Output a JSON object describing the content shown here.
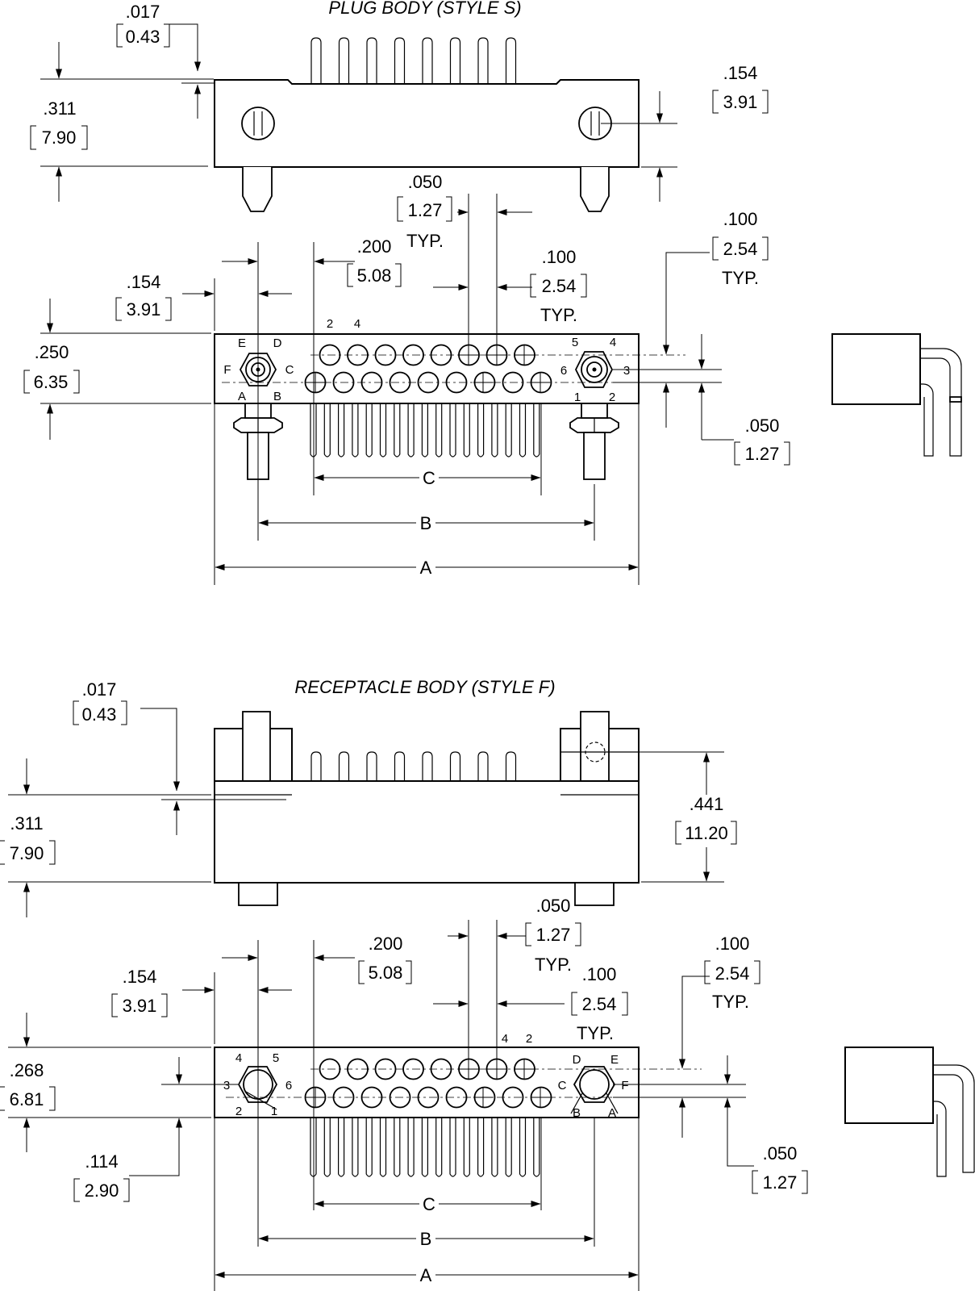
{
  "titles": {
    "plug": "PLUG BODY (STYLE S)",
    "receptacle": "RECEPTACLE BODY (STYLE F)"
  },
  "plug": {
    "dim_017": {
      "in": ".017",
      "mm": "0.43"
    },
    "dim_311": {
      "in": ".311",
      "mm": "7.90"
    },
    "dim_154_side": {
      "in": ".154",
      "mm": "3.91"
    },
    "dim_050_pitch": {
      "in": ".050",
      "mm": "1.27",
      "note": "TYP."
    },
    "dim_200": {
      "in": ".200",
      "mm": "5.08"
    },
    "dim_100_pitch": {
      "in": ".100",
      "mm": "2.54",
      "note": "TYP."
    },
    "dim_100_row": {
      "in": ".100",
      "mm": "2.54",
      "note": "TYP."
    },
    "dim_154_front": {
      "in": ".154",
      "mm": "3.91"
    },
    "dim_250": {
      "in": ".250",
      "mm": "6.35"
    },
    "dim_050_row": {
      "in": ".050",
      "mm": "1.27"
    },
    "left_pin_labels": [
      "E",
      "D",
      "F",
      "C",
      "A",
      "B"
    ],
    "right_pin_labels": [
      "5",
      "4",
      "6",
      "3",
      "1",
      "2"
    ],
    "row_labels": [
      "2",
      "4"
    ],
    "span_labels": {
      "c": "C",
      "b": "B",
      "a": "A"
    }
  },
  "receptacle": {
    "dim_017": {
      "in": ".017",
      "mm": "0.43"
    },
    "dim_311": {
      "in": ".311",
      "mm": "7.90"
    },
    "dim_441": {
      "in": ".441",
      "mm": "11.20"
    },
    "dim_050_pitch": {
      "in": ".050",
      "mm": "1.27",
      "note": "TYP."
    },
    "dim_200": {
      "in": ".200",
      "mm": "5.08"
    },
    "dim_100_pitch": {
      "in": ".100",
      "mm": "2.54",
      "note": "TYP."
    },
    "dim_100_row": {
      "in": ".100",
      "mm": "2.54",
      "note": "TYP."
    },
    "dim_154_front": {
      "in": ".154",
      "mm": "3.91"
    },
    "dim_268": {
      "in": ".268",
      "mm": "6.81"
    },
    "dim_114": {
      "in": ".114",
      "mm": "2.90"
    },
    "dim_050_row": {
      "in": ".050",
      "mm": "1.27"
    },
    "left_pin_labels": [
      "4",
      "5",
      "3",
      "6",
      "2",
      "1"
    ],
    "right_pin_labels": [
      "D",
      "E",
      "C",
      "F",
      "B",
      "A"
    ],
    "row_labels": [
      "4",
      "2"
    ],
    "span_labels": {
      "c": "C",
      "b": "B",
      "a": "A"
    }
  }
}
